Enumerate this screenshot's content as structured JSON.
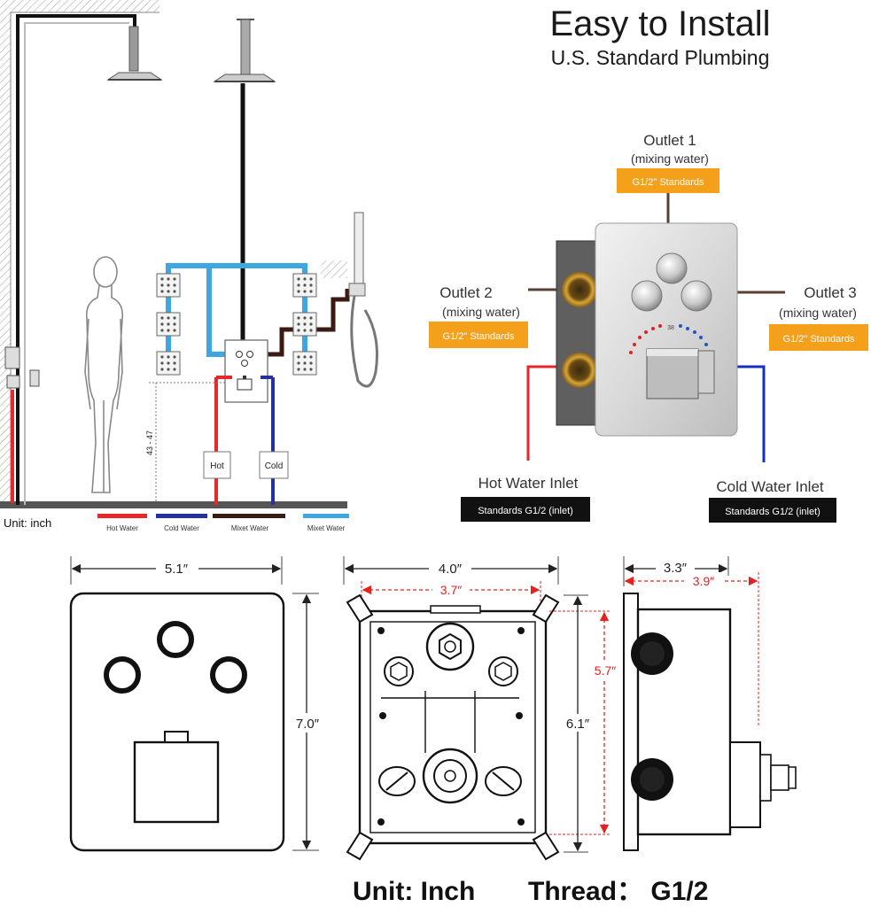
{
  "header": {
    "title": "Easy to Install",
    "subtitle": "U.S. Standard Plumbing"
  },
  "install_diagram": {
    "height_label": "43 - 47",
    "hot_label": "Hot",
    "cold_label": "Cold",
    "unit_label": "Unit: inch",
    "legend": [
      {
        "label": "Hot  Water",
        "color": "#e8272b"
      },
      {
        "label": "Cold  Water",
        "color": "#2432a0"
      },
      {
        "label": "Mixet  Water",
        "color": "#3a1a12"
      },
      {
        "label": "Mixet  Water",
        "color": "#3ea6e0"
      }
    ]
  },
  "valve": {
    "outlet1": {
      "name": "Outlet 1",
      "sub": "(mixing water)",
      "tag": "G1/2\" Standards"
    },
    "outlet2": {
      "name": "Outlet 2",
      "sub": "(mixing water)",
      "tag": "G1/2\" Standards"
    },
    "outlet3": {
      "name": "Outlet 3",
      "sub": "(mixing water)",
      "tag": "G1/2\" Standards"
    },
    "hot_inlet": {
      "name": "Hot Water Inlet",
      "tag": "Standards G1/2 (inlet)"
    },
    "cold_inlet": {
      "name": "Cold Water Inlet",
      "tag": "Standards G1/2 (inlet)"
    },
    "temp_mark": "38",
    "colors": {
      "tag_orange": "#f5a01a",
      "tag_black": "#111111",
      "hot": "#e8272b",
      "cold": "#1430c0"
    }
  },
  "dimensions": {
    "front_width": "5.1″",
    "front_height": "7.0″",
    "box_width": "4.0″",
    "box_inner_width": "3.7″",
    "box_height": "6.1″",
    "box_inner_height": "5.7″",
    "side_depth": "3.3″",
    "side_depth_total": "3.9″",
    "red_accent": "#e82020"
  },
  "footer": {
    "unit_label": "Unit: Inch",
    "thread_label": "Thread： G1/2"
  }
}
